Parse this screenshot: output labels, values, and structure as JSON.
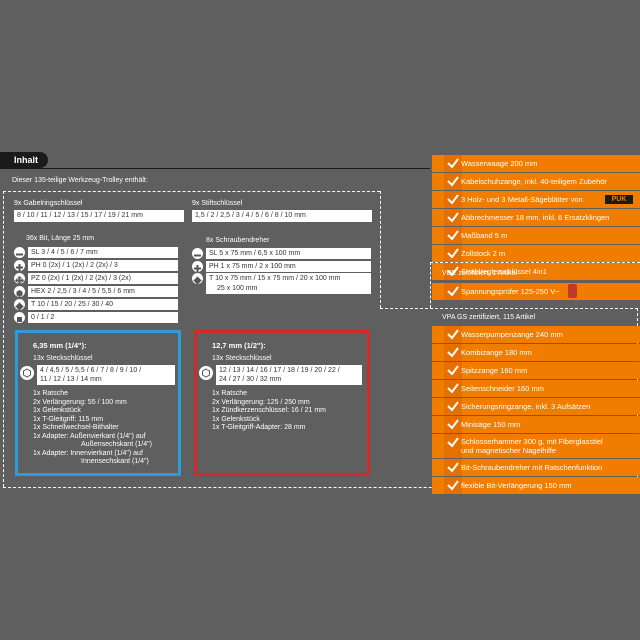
{
  "header": {
    "title": "Inhalt",
    "intro": "Dieser 135-teilige Werkzeug-Trolley enthält:"
  },
  "wrenches": {
    "label": "9x Gabelringschlüssel",
    "sizes": "8 / 10 / 11 / 12 / 13 / 15 / 17 / 19 / 21 mm"
  },
  "hexkeys": {
    "label": "9x Stiftschlüssel",
    "sizes": "1,5 / 2 / 2,5 / 3 / 4 / 5 / 6 / 8 / 10 mm"
  },
  "bits": {
    "label": "36x Bit, Länge 25 mm",
    "rows": [
      {
        "icon": "slotted-icon",
        "text": "SL 3 / 4 / 5 / 6 / 7 mm"
      },
      {
        "icon": "phillips-icon",
        "text": "PH 0 (2x) / 1 (2x) / 2 (2x) / 3"
      },
      {
        "icon": "pozidriv-icon",
        "text": "PZ 0 (2x) / 1 (2x) / 2 (2x) / 3 (2x)"
      },
      {
        "icon": "hex-icon",
        "text": "HEX 2 / 2,5 / 3 / 4 / 5 / 5,5 / 6 mm"
      },
      {
        "icon": "torx-icon",
        "text": "T 10 / 15 / 20 / 25 / 30 / 40"
      },
      {
        "icon": "square-icon",
        "text": "0 / 1 / 2"
      }
    ]
  },
  "screwdrivers": {
    "label": "8x Schraubendreher",
    "rows": [
      {
        "icon": "slotted-icon",
        "text": "SL 5 x 75 mm / 6,5 x 100 mm"
      },
      {
        "icon": "phillips-icon",
        "text": "PH 1 x 75 mm / 2 x 100 mm"
      },
      {
        "icon": "torx-icon",
        "text_line1": "T 10 x 75 mm / 15 x 75 mm / 20 x 100 mm",
        "text_line2": "25 x 100 mm"
      }
    ]
  },
  "quarter": {
    "title": "6,35 mm (1/4\"):",
    "sockets_label": "13x Steckschlüssel",
    "sockets_line1": "4 / 4,5 / 5 / 5,5 / 6 / 7 / 8 / 9 / 10 /",
    "sockets_line2": "11 / 12 / 13 / 14 mm",
    "items": [
      "1x Ratsche",
      "2x Verlängerung: 55 / 100 mm",
      "1x Gelenkstück",
      "1x T-Gleitgriff: 115 mm",
      "1x Schnellwechsel-Bithalter",
      "1x Adapter: Außenvierkant (1/4\") auf",
      "Außensechskant (1/4\")",
      "1x Adapter: Innenvierkant (1/4\") auf",
      "Innensechskant (1/4\")"
    ]
  },
  "half": {
    "title": "12,7 mm (1/2\"):",
    "sockets_label": "13x Steckschlüssel",
    "sockets_line1": "12 / 13 / 14 / 16 / 17 / 18 / 19 / 20 / 22 /",
    "sockets_line2": "24 / 27 / 30 / 32 mm",
    "items": [
      "1x Ratsche",
      "2x Verlängerung: 125 / 250 mm",
      "1x Zündkerzenschlüssel: 16 / 21 mm",
      "1x Gelenkstück",
      "1x T-Gleitgriff-Adapter: 28 mm"
    ]
  },
  "right": {
    "items_top": [
      "Wasserwaage 200 mm",
      "Kabelschuhzange, inkl. 40-teiligem Zubehör",
      "3 Holz- und 3 Metall-Sägeblätter von",
      "Abbrechmesser 18 mm, inkl. 6 Ersatzklingen",
      "Maßband 5 m",
      "Zollstock 2 m",
      "Strahlreglerschlüssel 4in1"
    ],
    "puk_logo": "PUK",
    "vde_note": "VDE zertifiziert, 1 Artikel",
    "vde_item": "Spannungsprüfer 125-250 V~",
    "vpa_note": "VPA GS zertifiziert, 115 Artikel",
    "items_bottom": [
      "Wasserpumpenzange 240 mm",
      "Kombizange 180 mm",
      "Spitzzange 160 mm",
      "Seitenschneider 160 mm",
      "Sicherungsringzange, inkl. 3 Aufsätzen"
    ],
    "minisaege": "Minisäge 150 mm",
    "hammer_line1": "Schlosserhammer 300 g, mit Fiberglasstiel",
    "hammer_line2": "und magnetischer Nagelhilfe",
    "items_last": [
      "Bit-Schraubendreher mit Ratschenfunktion",
      "flexible Bit-Verlängerung 150 mm"
    ]
  },
  "colors": {
    "orange": "#f07d00",
    "blue": "#2f9bd6",
    "red": "#d12a2a",
    "background": "#5f5f5f"
  }
}
